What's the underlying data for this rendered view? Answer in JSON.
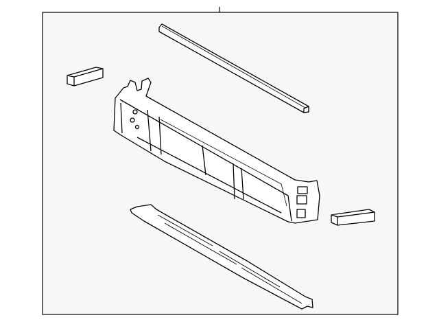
{
  "diagram": {
    "background": "#f7f7f7",
    "line_color": "#000000",
    "parts": [
      {
        "name": "radiator-support"
      },
      {
        "name": "upper-seal-strip"
      },
      {
        "name": "left-cushion-block"
      },
      {
        "name": "right-cushion-block"
      },
      {
        "name": "lower-support-bar"
      }
    ]
  }
}
